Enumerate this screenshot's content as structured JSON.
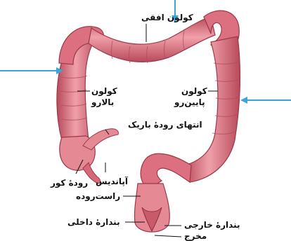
{
  "labels": {
    "transverse_colon": "کولون افقی",
    "ascending_colon_1": "کولون",
    "ascending_colon_2": "بالارو",
    "descending_colon_1": "کولون",
    "descending_colon_2": "پایین‌رو",
    "small_intestine_end": "انتهای رودهٔ باریک",
    "appendix": "آپاندیس",
    "cecum": "رودهٔ کور",
    "rectum": "راست‌روده",
    "internal_sphincter": "بندارهٔ داخلی",
    "external_sphincter": "بندارهٔ خارجی",
    "anus": "مخرج"
  },
  "colors": {
    "colon_fill": "#e07a86",
    "colon_shade": "#b84a5a",
    "colon_light": "#f3b4bc",
    "arrow": "#3aa6d8",
    "leader": "#111111"
  }
}
